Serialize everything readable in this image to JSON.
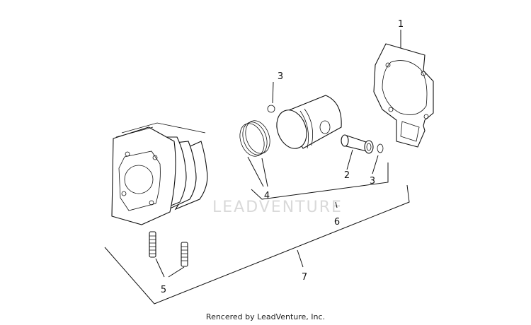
{
  "diagram": {
    "callouts": [
      {
        "id": "c1",
        "text": "1"
      },
      {
        "id": "c2",
        "text": "2"
      },
      {
        "id": "c3a",
        "text": "3"
      },
      {
        "id": "c3b",
        "text": "3"
      },
      {
        "id": "c4",
        "text": "4"
      },
      {
        "id": "c5",
        "text": "5"
      },
      {
        "id": "c6",
        "text": "6"
      },
      {
        "id": "c7",
        "text": "7"
      }
    ],
    "watermark": "LEADVENTURE",
    "footer": "Rencered by LeadVenture, Inc."
  }
}
